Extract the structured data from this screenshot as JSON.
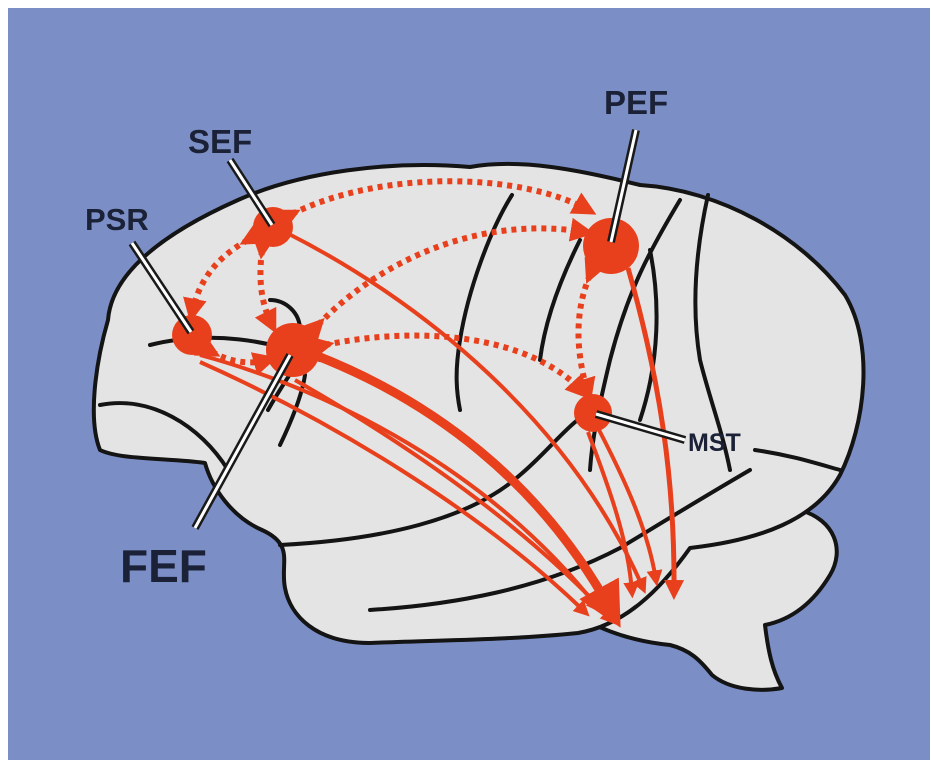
{
  "figure": {
    "background_color": "#7b8fc6",
    "brain_fill": "#e4e4e4",
    "accent_color": "#e8401c",
    "outline_color": "#141414"
  },
  "labels": {
    "sef": "SEF",
    "pef": "PEF",
    "psr": "PSR",
    "fef": "FEF",
    "mst": "MST"
  }
}
